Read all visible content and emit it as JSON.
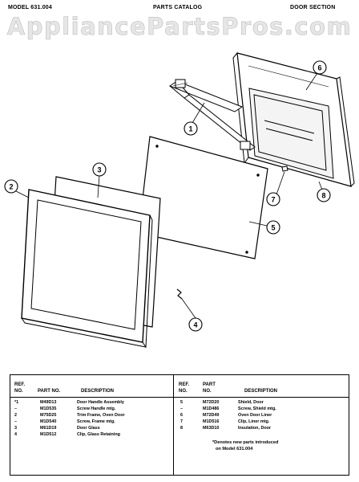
{
  "header": {
    "model": "MODEL 631.004",
    "catalog": "PARTS CATALOG",
    "section": "DOOR SECTION"
  },
  "watermark": "AppliancePartsPros.com",
  "callouts": [
    "1",
    "2",
    "3",
    "4",
    "5",
    "6",
    "7",
    "8"
  ],
  "table": {
    "headers": {
      "ref_no": [
        "REF.",
        "NO."
      ],
      "part_no": "PART NO.",
      "description": "DESCRIPTION",
      "ref_no_right": [
        "REF.",
        "NO."
      ],
      "part_right": [
        "PART",
        "NO."
      ],
      "description_right": "DESCRIPTION"
    },
    "left_rows": [
      {
        "ref": "*1",
        "part": "M49D13",
        "desc": "Door Handle Assembly"
      },
      {
        "ref": "–",
        "part": "M1D535",
        "desc": "Screw Handle mtg."
      },
      {
        "ref": "2",
        "part": "M75D25",
        "desc": "Trim Frame, Oven Door"
      },
      {
        "ref": "–",
        "part": "M1D540",
        "desc": "Screw, Frame mtg."
      },
      {
        "ref": "3",
        "part": "M61D19",
        "desc": "Door Glass"
      },
      {
        "ref": "4",
        "part": "M1D512",
        "desc": "Clip, Glass Retaining"
      }
    ],
    "right_rows": [
      {
        "ref": "5",
        "part": "M72D20",
        "desc": "Shield, Door"
      },
      {
        "ref": "–",
        "part": "M1D486",
        "desc": "Screw, Shield mtg."
      },
      {
        "ref": "6",
        "part": "M72D49",
        "desc": "Oven Door Liner"
      },
      {
        "ref": "7",
        "part": "M1D516",
        "desc": "Clip, Liner mtg."
      },
      {
        "ref": "8",
        "part": "M63D10",
        "desc": "Insulation, Door"
      }
    ],
    "note": [
      "*Denotes new parts introduced",
      "on Model 631.004"
    ]
  }
}
